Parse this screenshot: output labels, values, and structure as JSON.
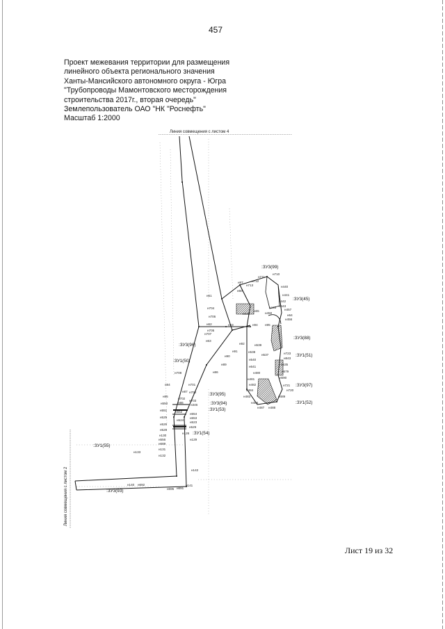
{
  "page_number": "457",
  "header": {
    "lines": [
      "Проект межевания территории для размещения",
      "линейного объекта регионального значения",
      "Ханты-Мансийского автономного округа - Югра",
      "\"Трубопроводы Мамонтовского месторождения",
      "строительства 2017г., вторая очередь\"",
      "Землепользователь ОАО \"НК \"Роснефть\"",
      "Масштаб 1:2000"
    ]
  },
  "map": {
    "top_alignment_label": "Линия совмещения с листом 4",
    "left_alignment_label": "Линия совмещения с листом 2",
    "parcels": [
      ":ЗУ3(99)",
      ":ЗУ3(45)",
      ":ЗУ3(88)",
      ":ЗУ1(51)",
      ":ЗУ3(97)",
      ":ЗУ1(52)",
      ":ЗУ3(96)",
      ":ЗУ1(50)",
      ":ЗУ3(95)",
      ":ЗУ3(94)",
      ":ЗУ1(53)",
      ":ЗУ1(54)",
      ":ЗУ1(55)",
      ":ЗУ3(93)"
    ],
    "points": [
      "н710",
      "н711",
      "н712",
      "н713",
      "н87",
      "н60",
      "н440",
      "н441",
      "н442",
      "н443",
      "н61",
      "н704",
      "н65",
      "н449",
      "н450",
      "н445",
      "н457",
      "н64",
      "н456",
      "н706",
      "н62",
      "н93",
      "н94",
      "н95",
      "н705",
      "н707",
      "н63",
      "н92",
      "н539",
      "н538",
      "н91",
      "н537",
      "н723",
      "н843",
      "н535",
      "н90",
      "н89",
      "н540",
      "н641",
      "н480",
      "н679",
      "н86",
      "н708",
      "н481",
      "н482",
      "н690",
      "н84",
      "н87",
      "н701",
      "н484",
      "н483",
      "н721",
      "н720",
      "н85",
      "н702",
      "н700",
      "н486",
      "н489",
      "н487",
      "н488",
      "н550",
      "н86",
      "н703",
      "н346",
      "н551",
      "н525",
      "н552",
      "н524",
      "н554",
      "н553",
      "н523",
      "н526",
      "н528",
      "н529",
      "н130",
      "н556",
      "н126",
      "н129",
      "н689",
      "н133",
      "н131",
      "н132",
      "н142",
      "н140",
      "н692",
      "н695",
      "н691",
      "н141"
    ]
  },
  "footer": {
    "sheet": "Лист 19 из 32"
  },
  "colors": {
    "ink": "#111111",
    "hatch": "#444444",
    "edge": "#9a9a9a"
  }
}
